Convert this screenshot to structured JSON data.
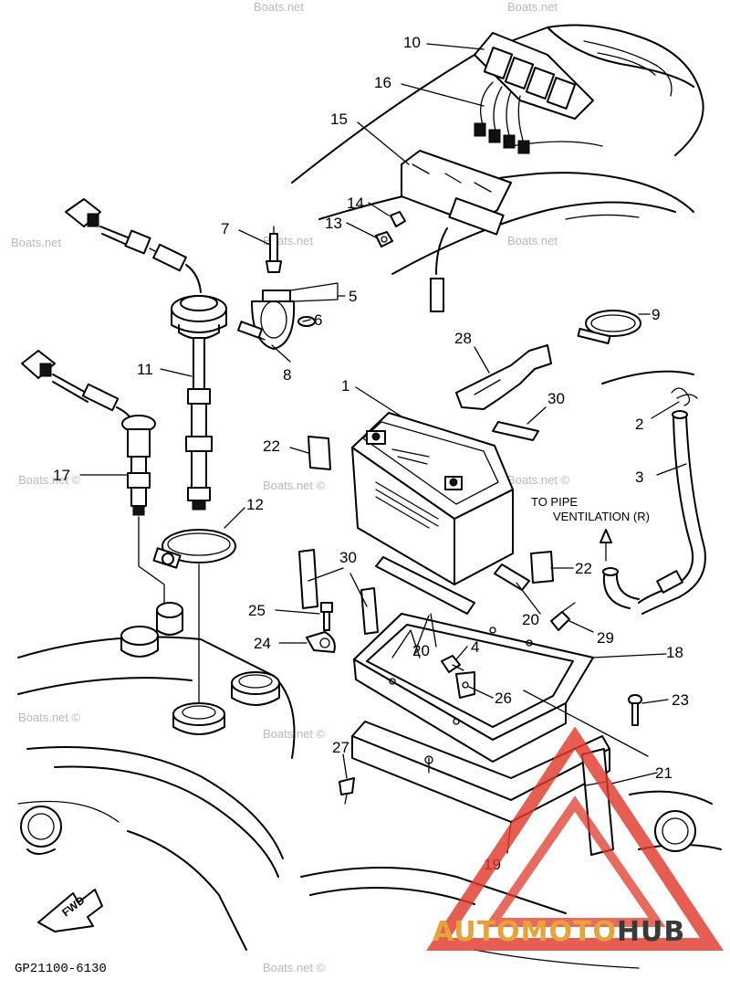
{
  "diagram_code": "GP21100-6130",
  "note_lines": [
    "TO PIPE",
    "VENTILATION (R)"
  ],
  "fwd_label": "FWD",
  "watermark_text": "Boats.net ©",
  "watermark_text_plain": "Boats.net",
  "brand": {
    "part1": "AUTOMOTO",
    "part2": "HUB",
    "color_primary": "#e8a23a",
    "color_secondary": "#3a3a3a",
    "triangle_color": "#e0392b"
  },
  "callouts": {
    "c1": "1",
    "c2": "2",
    "c3": "3",
    "c4": "4",
    "c5": "5",
    "c6": "6",
    "c7": "7",
    "c8": "8",
    "c9": "9",
    "c10": "10",
    "c11": "11",
    "c12": "12",
    "c13": "13",
    "c14": "14",
    "c15": "15",
    "c16": "16",
    "c17": "17",
    "c18": "18",
    "c19": "19",
    "c20a": "20",
    "c20b": "20",
    "c21": "21",
    "c22a": "22",
    "c22b": "22",
    "c23": "23",
    "c24": "24",
    "c25": "25",
    "c26": "26",
    "c27": "27",
    "c28": "28",
    "c29": "29",
    "c30a": "30",
    "c30b": "30"
  }
}
